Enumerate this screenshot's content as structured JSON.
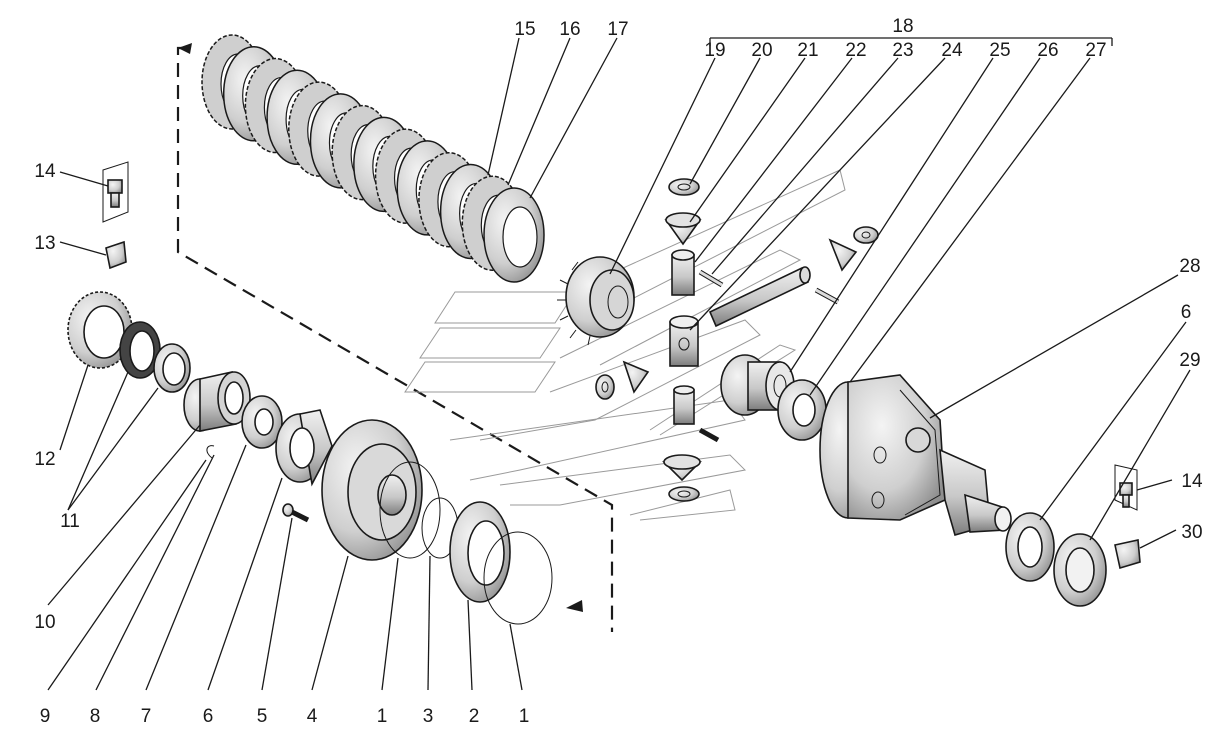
{
  "diagram": {
    "group_label": "18",
    "callouts": {
      "c1a": "1",
      "c1b": "1",
      "c2": "2",
      "c3": "3",
      "c4": "4",
      "c5": "5",
      "c6a": "6",
      "c6b": "6",
      "c7": "7",
      "c8": "8",
      "c9": "9",
      "c10": "10",
      "c11": "11",
      "c12": "12",
      "c13": "13",
      "c14a": "14",
      "c14b": "14",
      "c15": "15",
      "c16": "16",
      "c17": "17",
      "c19": "19",
      "c20": "20",
      "c21": "21",
      "c22": "22",
      "c23": "23",
      "c24": "24",
      "c25": "25",
      "c26": "26",
      "c27": "27",
      "c28": "28",
      "c29": "29",
      "c30": "30"
    },
    "colors": {
      "ink": "#1a1a1a",
      "paper": "#ffffff",
      "shade": "#bdbdbd"
    }
  }
}
